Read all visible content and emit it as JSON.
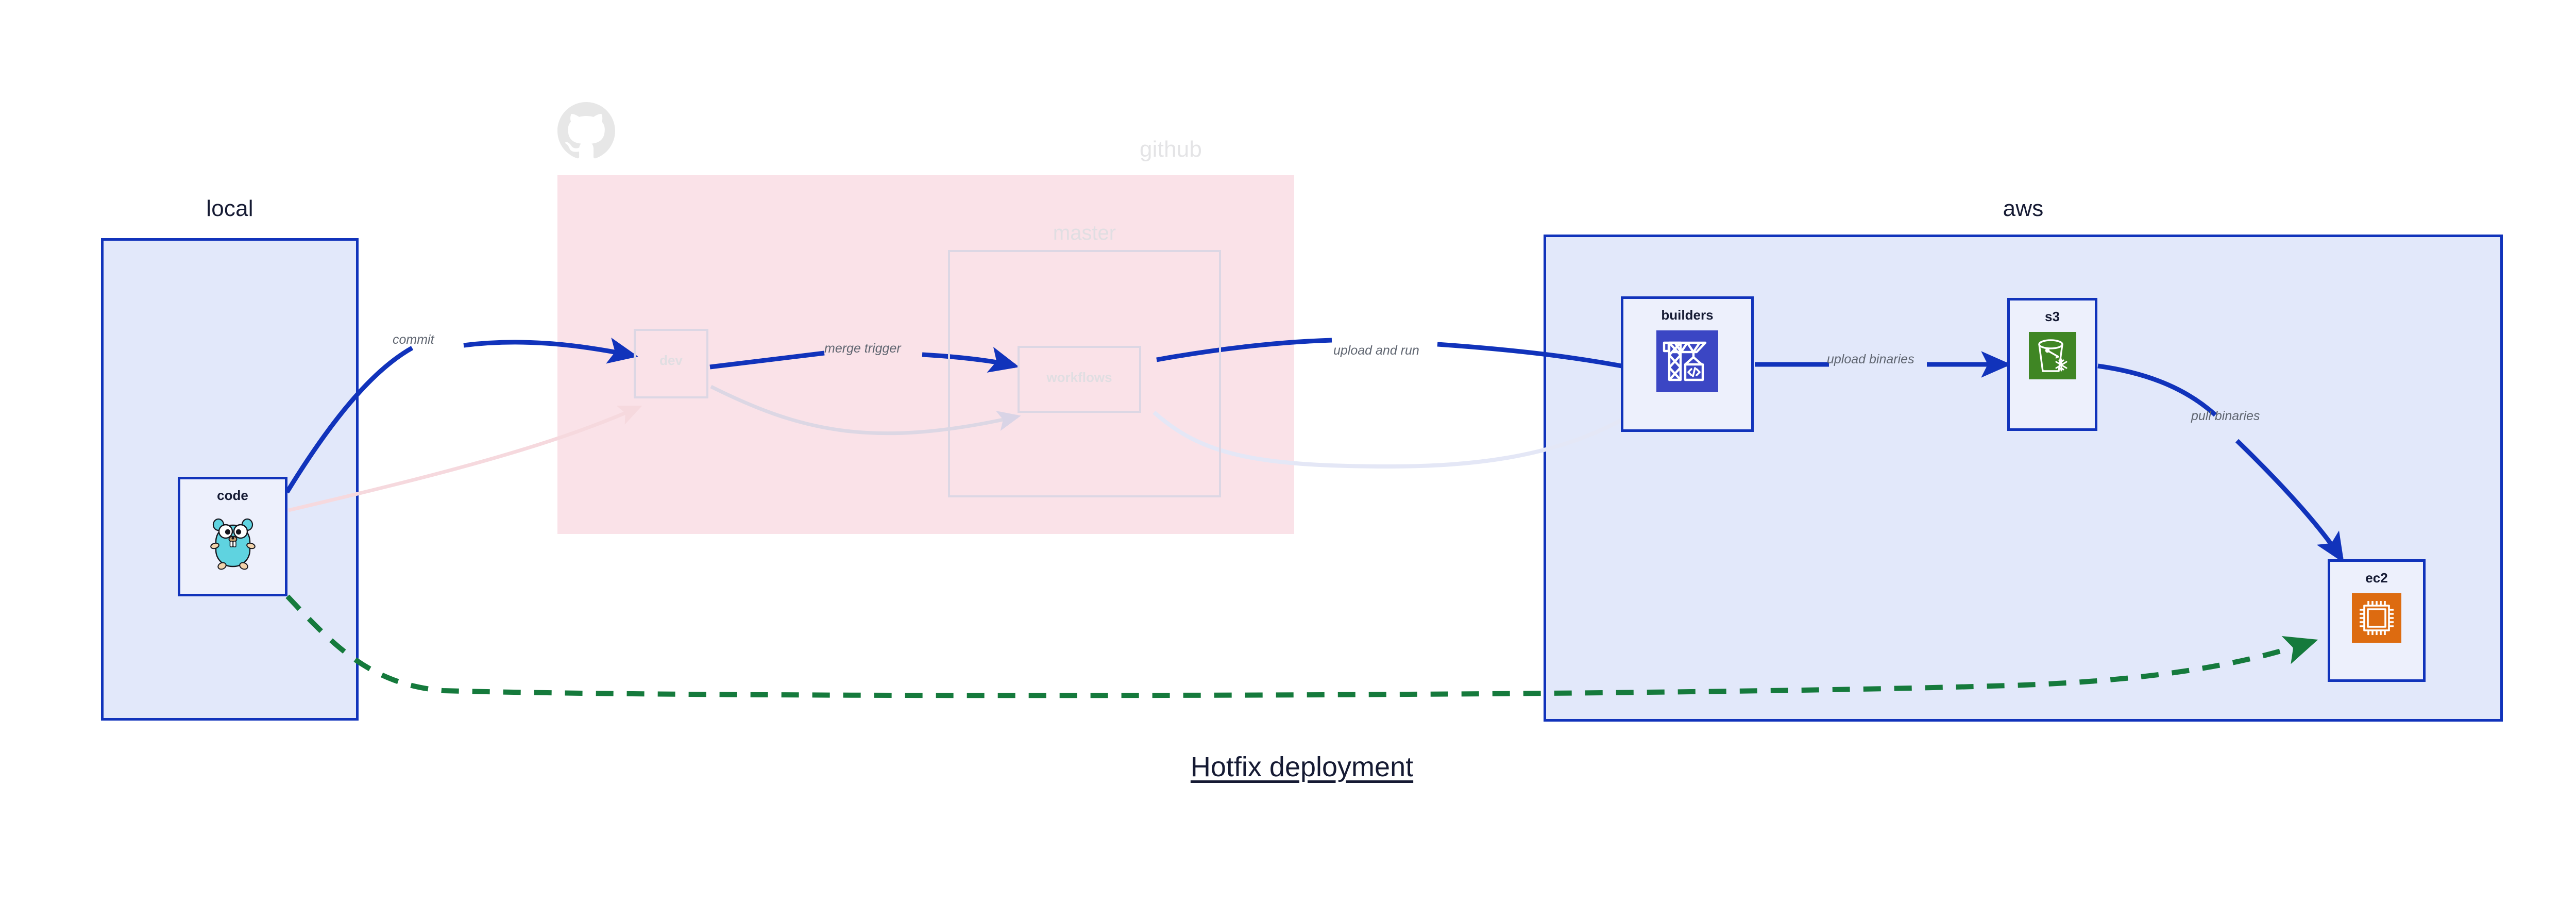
{
  "diagram": {
    "title": "Hotfix deployment",
    "type": "architecture-flow"
  },
  "containers": [
    {
      "id": "local",
      "label": "local",
      "accent": "#1133bb",
      "fill": "#e2e8fa",
      "faded": false
    },
    {
      "id": "github",
      "label": "github",
      "accent": "#fae2e8",
      "fill": "#fae2e8",
      "faded": true,
      "icon": "github-octocat-icon"
    },
    {
      "id": "aws",
      "label": "aws",
      "accent": "#1133bb",
      "fill": "#e2e8fa",
      "faded": false
    }
  ],
  "groups": [
    {
      "id": "master",
      "label": "master",
      "parent": "github",
      "faded": true
    }
  ],
  "nodes": [
    {
      "id": "code",
      "label": "code",
      "parent": "local",
      "icon": "go-gopher-icon",
      "faded": false
    },
    {
      "id": "dev",
      "label": "dev",
      "parent": "github",
      "icon": "none",
      "faded": true
    },
    {
      "id": "workflows",
      "label": "workflows",
      "parent": "master",
      "icon": "none",
      "faded": true
    },
    {
      "id": "builders",
      "label": "builders",
      "parent": "aws",
      "icon": "aws-builders-crane-icon",
      "icon_color": "#3b46c4",
      "faded": false
    },
    {
      "id": "s3",
      "label": "s3",
      "parent": "aws",
      "icon": "aws-s3-bucket-icon",
      "icon_color": "#3f8624",
      "faded": false
    },
    {
      "id": "ec2",
      "label": "ec2",
      "parent": "aws",
      "icon": "aws-ec2-chip-icon",
      "icon_color": "#dd6b10",
      "faded": false
    }
  ],
  "edges": [
    {
      "id": "commit",
      "from": "code",
      "to": "dev",
      "label": "commit",
      "style": "solid",
      "color": "#1133bb"
    },
    {
      "id": "merge-trigger",
      "from": "dev",
      "to": "workflows",
      "label": "merge trigger",
      "style": "solid",
      "color": "#1133bb"
    },
    {
      "id": "upload-and-run",
      "from": "workflows",
      "to": "builders",
      "label": "upload and run",
      "style": "solid",
      "color": "#1133bb"
    },
    {
      "id": "upload-binaries",
      "from": "builders",
      "to": "s3",
      "label": "upload binaries",
      "style": "solid",
      "color": "#1133bb"
    },
    {
      "id": "pull-binaries",
      "from": "s3",
      "to": "ec2",
      "label": "pull binaries",
      "style": "solid",
      "color": "#1133bb"
    },
    {
      "id": "hotfix-direct",
      "from": "code",
      "to": "ec2",
      "label": "",
      "style": "dashed",
      "color": "#157a3c"
    }
  ]
}
